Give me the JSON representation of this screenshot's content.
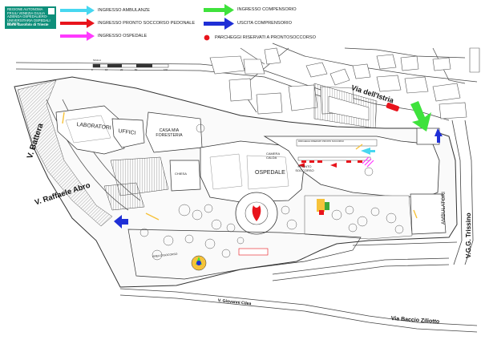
{
  "logo": {
    "line1": "REGIONE AUTONOMA FRIULI VENEZIA GIULIA",
    "line2": "AZIENDA OSPEDALIERO-UNIVERSITARIA OSPEDALI RIUNITI",
    "line3": "Burlo Garofolo di Trieste"
  },
  "legend": {
    "items": [
      {
        "label": "INGRESSO AMBULANZE",
        "color": "#47d7f0"
      },
      {
        "label": "INGRESSO PRONTO SOCCORSO PEDONALE",
        "color": "#e8141c"
      },
      {
        "label": "INGRESSO OSPEDALE",
        "color": "#ff3aff"
      },
      {
        "label": "INGRESSO COMPENSORIO",
        "color": "#3fe23c"
      },
      {
        "label": "USCITA COMPRENSORIO",
        "color": "#1f2fd6"
      },
      {
        "label": "PARCHEGGI RISERVATI A PRONTOSOCCORSO",
        "color": "#e8141c"
      }
    ]
  },
  "scale": {
    "label": "SCALA",
    "ticks": [
      "0",
      "10",
      "20",
      "50",
      "100"
    ]
  },
  "streets": {
    "istria": "Via dell'Istria",
    "battera": "V. Battera",
    "abro": "V. Raffaele Abro",
    "trissino": "V.G.G. Trissino",
    "cilea": "V. Giovanni Cilea",
    "zilotto": "Via Baccio Ziliotto"
  },
  "areas": {
    "laboratori": "LABORATORI",
    "uffici": "UFFICI",
    "casa_foresteria": "CASA MIA FORESTERIA",
    "chiesa": "CHIESA",
    "ospedale": "OSPEDALE",
    "camera_calda": "CAMERA CALDA",
    "pronto_soccorso": "PRONTO SOCCORSO",
    "ambulatori": "AMBULATORI",
    "area_ricovero": "AREA D'ISOCORSO",
    "parcheggio": "PARCHEGGI RISERVATI PRONTO SOCCORSO"
  }
}
